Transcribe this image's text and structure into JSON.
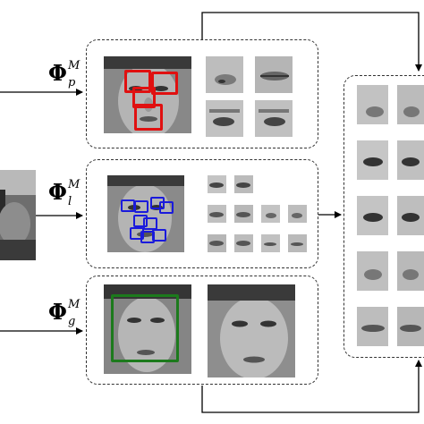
{
  "labels": {
    "phi_symbol": "Φ",
    "branch_p": {
      "superscript": "M",
      "subscript": "p"
    },
    "branch_l": {
      "superscript": "M",
      "subscript": "l"
    },
    "branch_g": {
      "superscript": "M",
      "subscript": "g"
    }
  },
  "colors": {
    "part_boxes": "#e01010",
    "landmark_boxes": "#1a1adc",
    "global_box": "#1c7a1c",
    "arrows": "#000000",
    "panel_border": "#333333"
  }
}
